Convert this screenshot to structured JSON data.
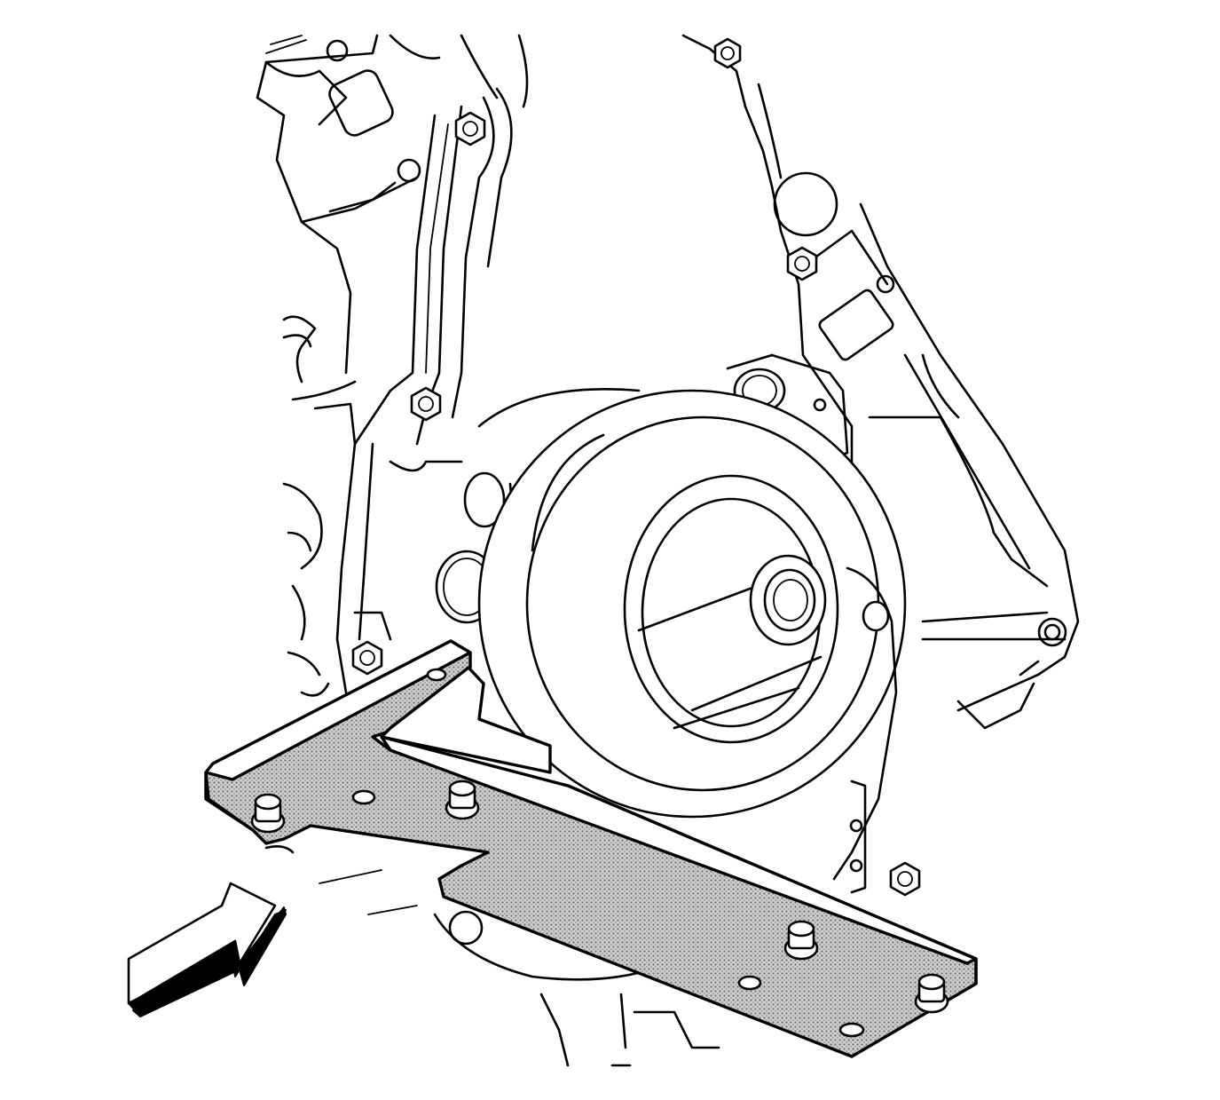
{
  "figure": {
    "kind": "technical-line-illustration",
    "colors": {
      "line": "#000000",
      "background": "#ffffff",
      "tool_shading": "#b4b4b4"
    },
    "parts": [
      "engine-block",
      "front-cover",
      "crankshaft-seal-bore",
      "crankshaft-snout",
      "oil-pump",
      "alignment-tool",
      "direction-arrow"
    ]
  }
}
